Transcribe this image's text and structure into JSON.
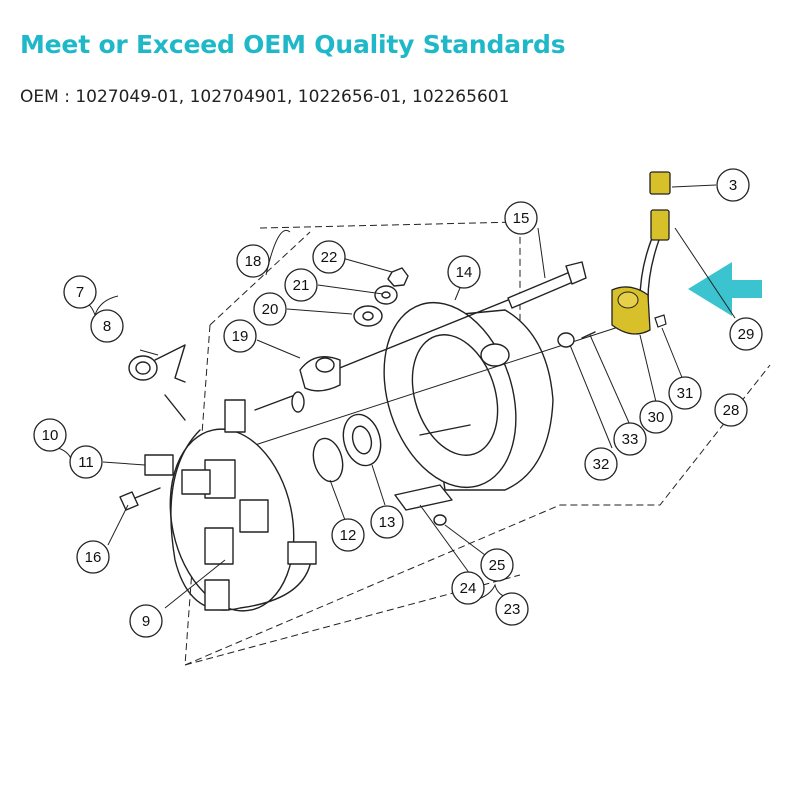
{
  "header": {
    "title": "Meet or Exceed OEM Quality Standards",
    "oem_line": "OEM : 1027049-01, 102704901, 1022656-01, 102265601"
  },
  "colors": {
    "title": "#1fb8c8",
    "arrow": "#3bc4d0",
    "highlight": "#d8c02a",
    "line": "#222222"
  },
  "callouts": [
    "3",
    "7",
    "8",
    "9",
    "10",
    "11",
    "12",
    "13",
    "14",
    "15",
    "16",
    "18",
    "19",
    "20",
    "21",
    "22",
    "23",
    "24",
    "25",
    "28",
    "29",
    "30",
    "31",
    "32",
    "33"
  ],
  "pointer_arrow_icon": "right-pointing-arrow-icon"
}
